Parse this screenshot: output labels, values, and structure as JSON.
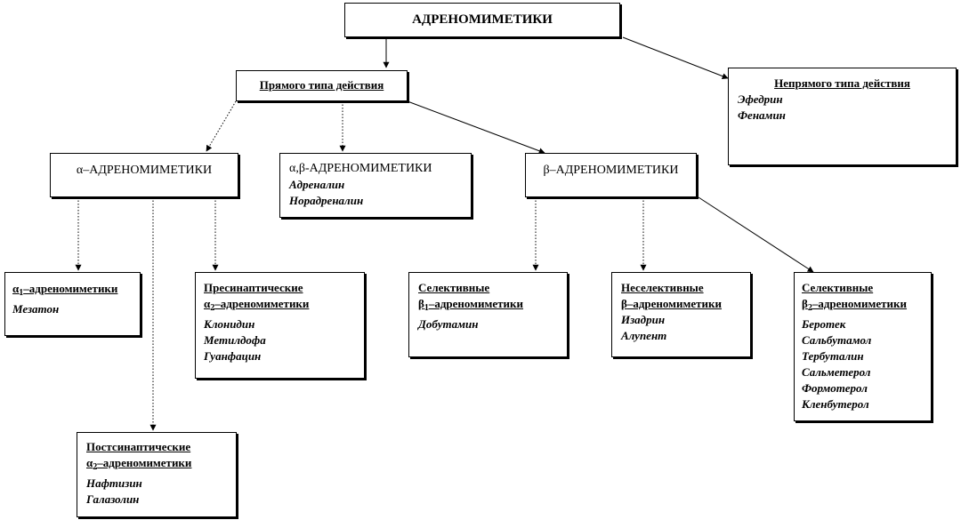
{
  "diagram": {
    "root": {
      "title": "АДРЕНОМИМЕТИКИ"
    },
    "direct": {
      "title": "Прямого типа действия"
    },
    "indirect": {
      "title": "Непрямого типа действия",
      "drugs": [
        "Эфедрин",
        "Фенамин"
      ]
    },
    "alpha": {
      "title": "α–АДРЕНОМИМЕТИКИ"
    },
    "alphabeta": {
      "title": "α,β-АДРЕНОМИМЕТИКИ",
      "drugs": [
        "Адреналин",
        "Норадреналин"
      ]
    },
    "beta": {
      "title": "β–АДРЕНОМИМЕТИКИ"
    },
    "alpha1": {
      "letter": "α",
      "sub": "1",
      "rest": "–адреномиметики",
      "drugs": [
        "Мезатон"
      ]
    },
    "presyn": {
      "line1": "Пресинаптические",
      "letter": "α",
      "sub": "2",
      "rest": "–адреномиметики",
      "drugs": [
        "Клонидин",
        "Метилдофа",
        "Гуанфацин"
      ]
    },
    "postsyn": {
      "line1": "Постсинаптические",
      "letter": "α",
      "sub": "2",
      "rest": "–адреномиметики",
      "drugs": [
        "Нафтизин",
        "Галазолин"
      ]
    },
    "beta1sel": {
      "line1": "Селективные",
      "letter": "β",
      "sub": "1",
      "rest": "–адреномиметики",
      "drugs": [
        "Добутамин"
      ]
    },
    "betanonsel": {
      "line1": "Неселективные",
      "letter": "β",
      "rest": "–адреномиметики",
      "drugs": [
        "Изадрин",
        "Алупент"
      ]
    },
    "beta2sel": {
      "line1": "Селективные",
      "letter": "β",
      "sub": "2",
      "rest": "–адреномиметики",
      "drugs": [
        "Беротек",
        "Сальбутамол",
        "Тербуталин",
        "Сальметерол",
        "Формотерол",
        "Кленбутерол"
      ]
    }
  }
}
